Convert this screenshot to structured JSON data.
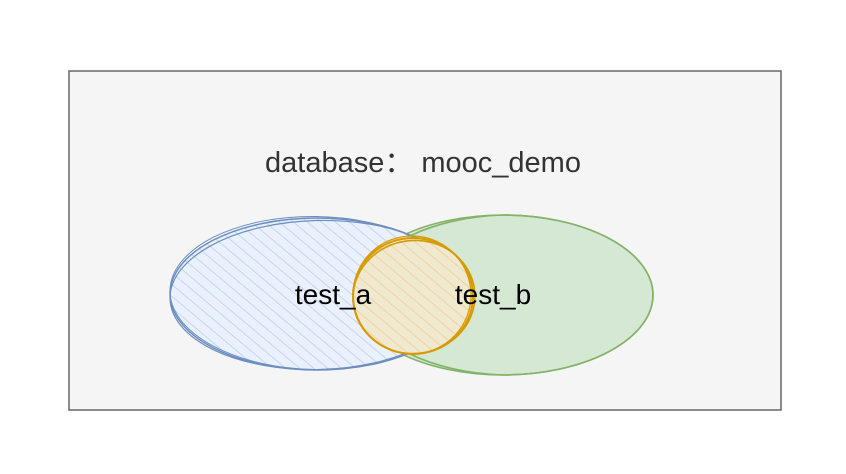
{
  "diagram": {
    "title": "database： mooc_demo",
    "sets": [
      {
        "label": "test_a",
        "fill": "#dae8fc",
        "stroke": "#6c8ebf"
      },
      {
        "label": "test_b",
        "fill": "#d5e8d4",
        "stroke": "#82b366"
      }
    ],
    "overlap": {
      "fill": "#ffe6cc",
      "stroke": "#d79b00"
    },
    "container": {
      "fill": "#f5f5f5",
      "stroke": "#666666"
    }
  }
}
